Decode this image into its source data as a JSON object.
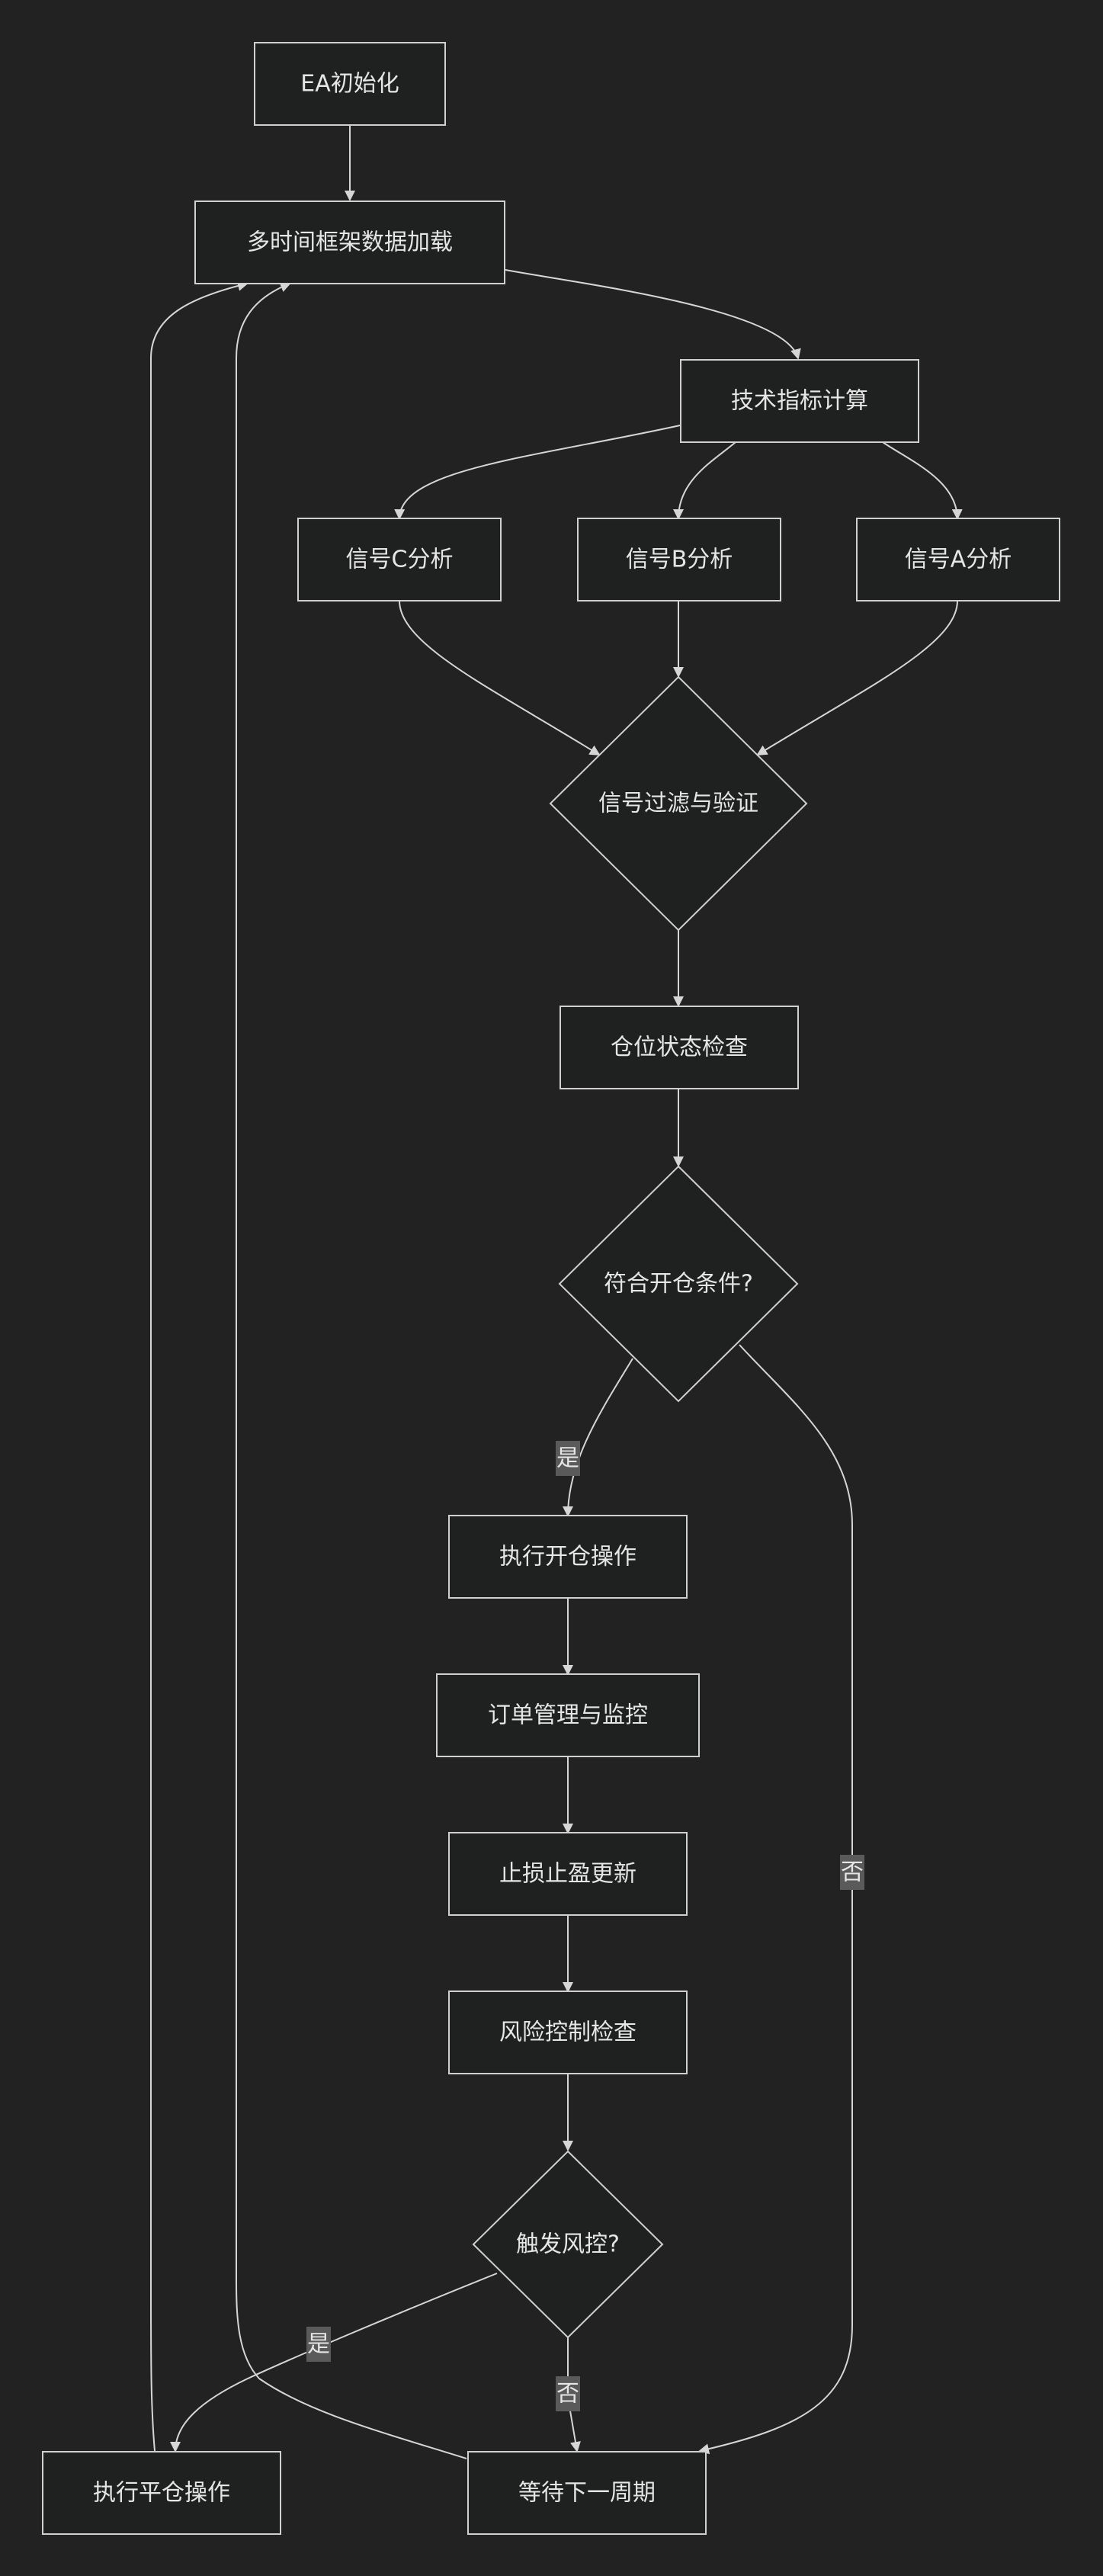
{
  "nodes": {
    "ea_init": "EA初始化",
    "multi_tf_load": "多时间框架数据加载",
    "indicator_calc": "技术指标计算",
    "signal_c": "信号C分析",
    "signal_b": "信号B分析",
    "signal_a": "信号A分析",
    "signal_filter": "信号过滤与验证",
    "position_check": "仓位状态检查",
    "open_condition": "符合开仓条件?",
    "execute_open": "执行开仓操作",
    "order_manage": "订单管理与监控",
    "sl_tp_update": "止损止盈更新",
    "risk_check": "风险控制检查",
    "risk_triggered": "触发风控?",
    "execute_close": "执行平仓操作",
    "wait_next": "等待下一周期"
  },
  "edge_labels": {
    "open_yes": "是",
    "open_no": "否",
    "risk_yes": "是",
    "risk_no": "否"
  },
  "colors": {
    "background": "#222222",
    "node_fill": "#1f2020",
    "node_stroke": "#d0d0d0",
    "edge": "#d6d6d6",
    "text": "#e6e6e6",
    "label_bg": "#5a5a5a"
  }
}
